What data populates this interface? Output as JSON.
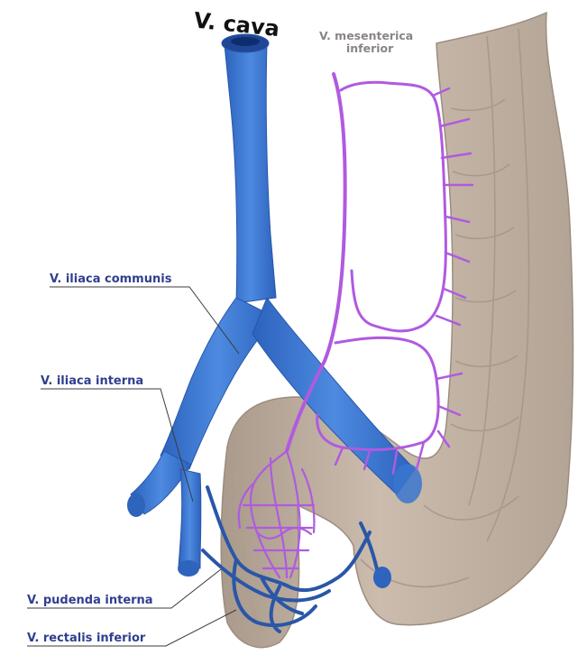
{
  "diagram": {
    "title": "V. cava",
    "labels": {
      "mesenterica_line1": "V. mesenterica",
      "mesenterica_line2": "inferior",
      "iliaca_communis": "V. iliaca communis",
      "iliaca_interna": "V. iliaca interna",
      "pudenda_interna": "V. pudenda interna",
      "rectalis_inferior": "V. rectalis inferior"
    },
    "colors": {
      "vein_blue": "#3f7bd4",
      "vein_dark": "#2a56a8",
      "mesenteric_purple": "#b05ae0",
      "colon": "#c2b3a4",
      "colon_edge": "#9c8d7f",
      "label_blue": "#2f3f8f",
      "label_grey": "#8a8585"
    }
  }
}
